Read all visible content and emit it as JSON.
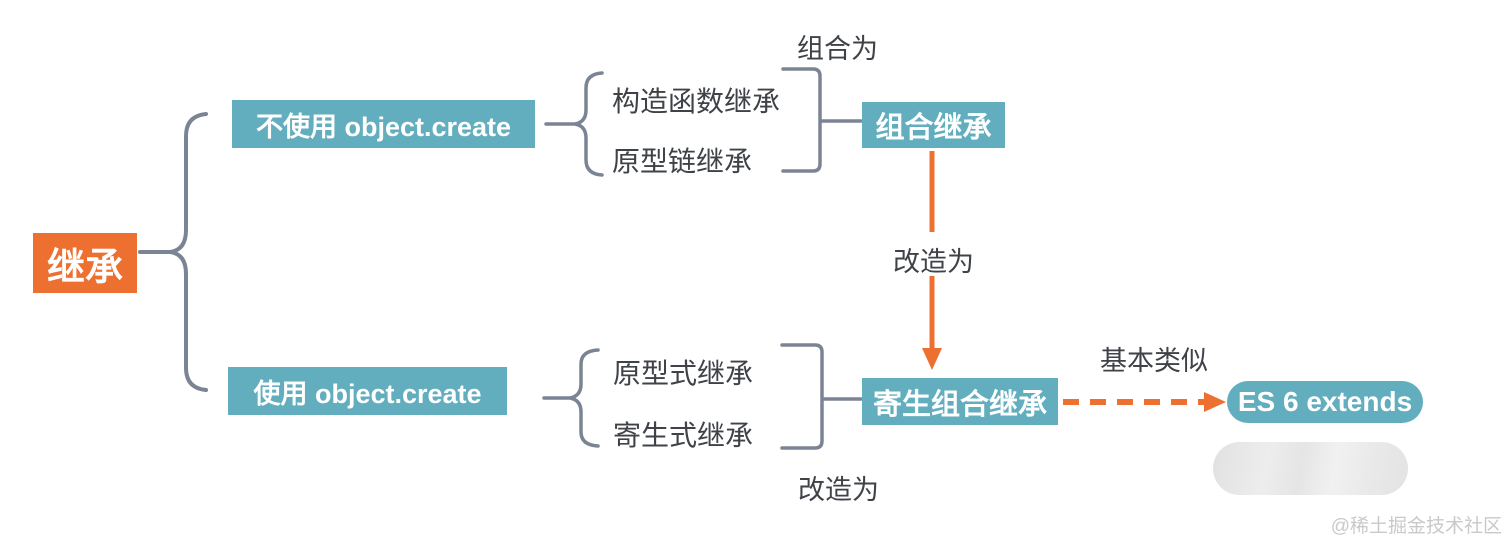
{
  "colors": {
    "accent_orange": "#ED7031",
    "accent_teal": "#62AEBE",
    "line_gray": "#7B8494",
    "text_dark": "#3F4247",
    "watermark_gray": "#C9C9C9",
    "ghost_pill_gray": "#E5E5E5"
  },
  "root": {
    "label": "继承"
  },
  "branches": {
    "top": {
      "box_label": "不使用 object.create",
      "items": [
        {
          "label": "构造函数继承"
        },
        {
          "label": "原型链继承"
        }
      ],
      "merge_label": "组合为",
      "result_label": "组合继承"
    },
    "bottom": {
      "box_label": "使用 object.create",
      "items": [
        {
          "label": "原型式继承"
        },
        {
          "label": "寄生式继承"
        }
      ],
      "merge_label": "改造为",
      "result_label": "寄生组合继承"
    }
  },
  "arrows": {
    "transform_label": "改造为",
    "similar_label": "基本类似"
  },
  "es6": {
    "label": "ES 6 extends"
  },
  "watermark": "@稀土掘金技术社区"
}
